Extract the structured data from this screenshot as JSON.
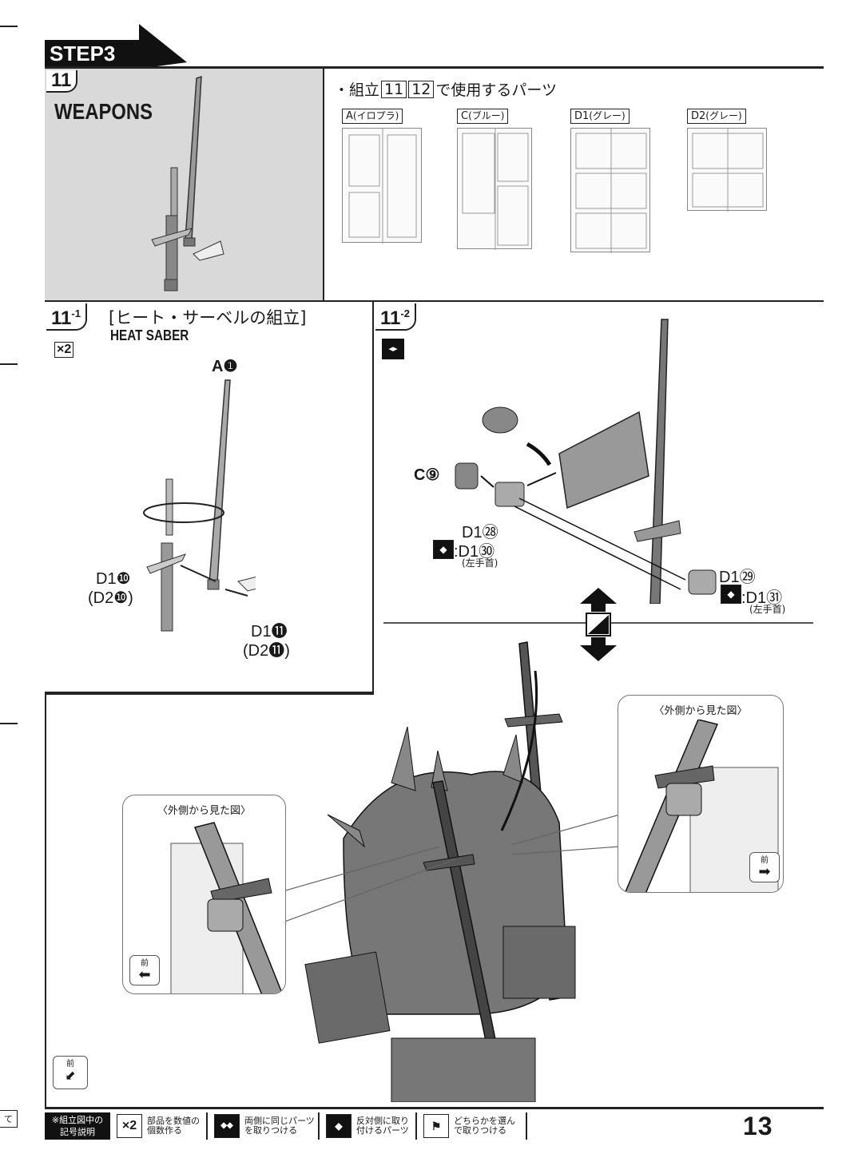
{
  "step": {
    "label": "STEP3"
  },
  "section11": {
    "num": "11",
    "title": "WEAPONS"
  },
  "parts_intro": {
    "text_prefix": "・組立",
    "n1": "11",
    "n2": "12",
    "text_suffix": "で使用するパーツ"
  },
  "runners": [
    {
      "label": "A",
      "sub": "(イロプラ)"
    },
    {
      "label": "C",
      "sub": "(ブルー)"
    },
    {
      "label": "D1",
      "sub": "(グレー)"
    },
    {
      "label": "D2",
      "sub": "(グレー)"
    }
  ],
  "sub11_1": {
    "num": "11",
    "sup": "-1",
    "title_jp": "[ヒート・サーベルの組立]",
    "title_en": "HEAT SABER",
    "qty": "×2",
    "labels": {
      "a1": "A❶",
      "d1_10": "D1❿",
      "d2_10": "(D2❿)",
      "d1_11": "D1⓫",
      "d2_11": "(D2⓫)"
    }
  },
  "sub11_2": {
    "num": "11",
    "sup": "-2",
    "labels": {
      "c9": "C⑨",
      "d1_28": "D1㉘",
      "d1_30": ":D1㉚",
      "left_wrist_1": "(左手首)",
      "d1_29": "D1㉙",
      "d1_31": ":D1㉛",
      "left_wrist_2": "(左手首)"
    }
  },
  "callouts": {
    "left": {
      "title": "〈外側から見た図〉",
      "front": "前"
    },
    "right": {
      "title": "〈外側から見た図〉",
      "front": "前"
    }
  },
  "front_marker": "前",
  "legend": {
    "head_line1": "※組立図中の",
    "head_line2": "記号説明",
    "items": [
      {
        "icon": "×2",
        "text1": "部品を数値の",
        "text2": "個数作る"
      },
      {
        "icon": "◆◆",
        "text1": "両側に同じパーツ",
        "text2": "を取りつける"
      },
      {
        "icon": "◆",
        "text1": "反対側に取り",
        "text2": "付けるパーツ"
      },
      {
        "icon": "⚑",
        "text1": "どちらかを選ん",
        "text2": "で取りつける"
      }
    ]
  },
  "page_number": "13",
  "edge_char": "て"
}
